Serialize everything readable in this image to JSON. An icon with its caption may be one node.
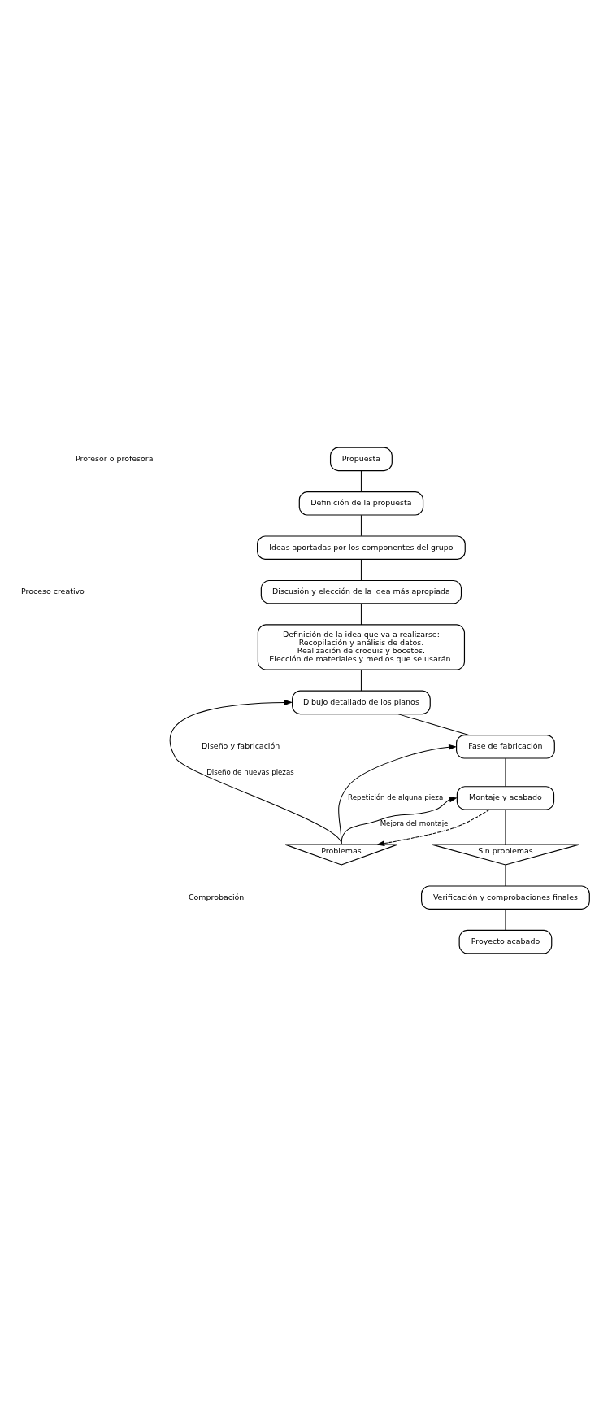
{
  "diagram": {
    "nodes": [
      {
        "text": [
          "Propuesta"
        ]
      },
      {
        "text": [
          "Definición de la propuesta"
        ]
      },
      {
        "text": [
          "Ideas aportadas por los componentes del grupo"
        ]
      },
      {
        "text": [
          "Discusión y elección de la idea más apropiada"
        ]
      },
      {
        "text": [
          "Definición de la idea que va a realizarse:",
          "Recopilación y análisis de datos.",
          "Realización de croquis y bocetos.",
          "Elección de materiales y medios que se usarán."
        ]
      },
      {
        "text": [
          "Dibujo detallado de los planos"
        ]
      },
      {
        "text": [
          "Fase de fabricación"
        ]
      },
      {
        "text": [
          "Montaje y acabado"
        ]
      },
      {
        "text": [
          "Problemas"
        ]
      },
      {
        "text": [
          "Sin problemas"
        ]
      },
      {
        "text": [
          "Verificación y comprobaciones finales"
        ]
      },
      {
        "text": [
          "Proyecto acabado"
        ]
      }
    ],
    "edges": [
      {
        "from": 0,
        "to": 1,
        "arrow": "none"
      },
      {
        "from": 1,
        "to": 2,
        "arrow": "none"
      },
      {
        "from": 2,
        "to": 3,
        "arrow": "none"
      },
      {
        "from": 3,
        "to": 4,
        "arrow": "none"
      },
      {
        "from": 4,
        "to": 5,
        "arrow": "none"
      },
      {
        "from": 5,
        "to": 6,
        "arrow": "none"
      },
      {
        "from": 6,
        "to": 7,
        "arrow": "none"
      },
      {
        "from": 7,
        "to": 9,
        "arrow": "none"
      },
      {
        "from": 7,
        "to": 8,
        "arrow": "to",
        "style": "dashed"
      },
      {
        "from": 8,
        "to": 5,
        "arrow": "to",
        "label": "Diseño de nuevas piezas"
      },
      {
        "from": 8,
        "to": 6,
        "arrow": "to",
        "label": "Repetición de alguna pieza"
      },
      {
        "from": 8,
        "to": 7,
        "arrow": "to",
        "label": "Mejora del montaje"
      },
      {
        "from": 9,
        "to": 10,
        "arrow": "none"
      },
      {
        "from": 10,
        "to": 11,
        "arrow": "none"
      }
    ],
    "labels": [
      "Profesor o profesora",
      "Proceso creativo",
      "Diseño y fabricación",
      "Comprobación"
    ]
  }
}
